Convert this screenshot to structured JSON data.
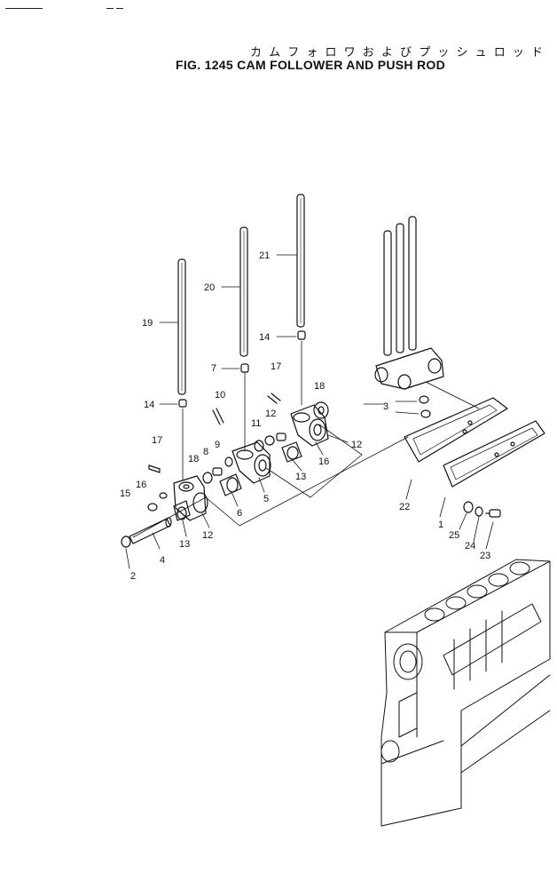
{
  "header": {
    "title_jp": "カ ム フ ォ ロ ワ お よ び プ ッ シ ュ ロ ッ ド",
    "title_en": "FIG. 1245  CAM FOLLOWER AND PUSH ROD"
  },
  "callouts": [
    {
      "id": "c1",
      "text": "1"
    },
    {
      "id": "c2",
      "text": "2"
    },
    {
      "id": "c3",
      "text": "3"
    },
    {
      "id": "c4",
      "text": "4"
    },
    {
      "id": "c5",
      "text": "5"
    },
    {
      "id": "c6",
      "text": "6"
    },
    {
      "id": "c7",
      "text": "7"
    },
    {
      "id": "c8",
      "text": "8"
    },
    {
      "id": "c9",
      "text": "9"
    },
    {
      "id": "c10",
      "text": "10"
    },
    {
      "id": "c11",
      "text": "11"
    },
    {
      "id": "c12a",
      "text": "12"
    },
    {
      "id": "c12b",
      "text": "12"
    },
    {
      "id": "c12c",
      "text": "12"
    },
    {
      "id": "c13a",
      "text": "13"
    },
    {
      "id": "c13b",
      "text": "13"
    },
    {
      "id": "c14a",
      "text": "14"
    },
    {
      "id": "c14b",
      "text": "14"
    },
    {
      "id": "c15",
      "text": "15"
    },
    {
      "id": "c16a",
      "text": "16"
    },
    {
      "id": "c16b",
      "text": "16"
    },
    {
      "id": "c17a",
      "text": "17"
    },
    {
      "id": "c17b",
      "text": "17"
    },
    {
      "id": "c18a",
      "text": "18"
    },
    {
      "id": "c18b",
      "text": "18"
    },
    {
      "id": "c19",
      "text": "19"
    },
    {
      "id": "c20",
      "text": "20"
    },
    {
      "id": "c21",
      "text": "21"
    },
    {
      "id": "c22",
      "text": "22"
    },
    {
      "id": "c23",
      "text": "23"
    },
    {
      "id": "c24",
      "text": "24"
    },
    {
      "id": "c25",
      "text": "25"
    }
  ]
}
